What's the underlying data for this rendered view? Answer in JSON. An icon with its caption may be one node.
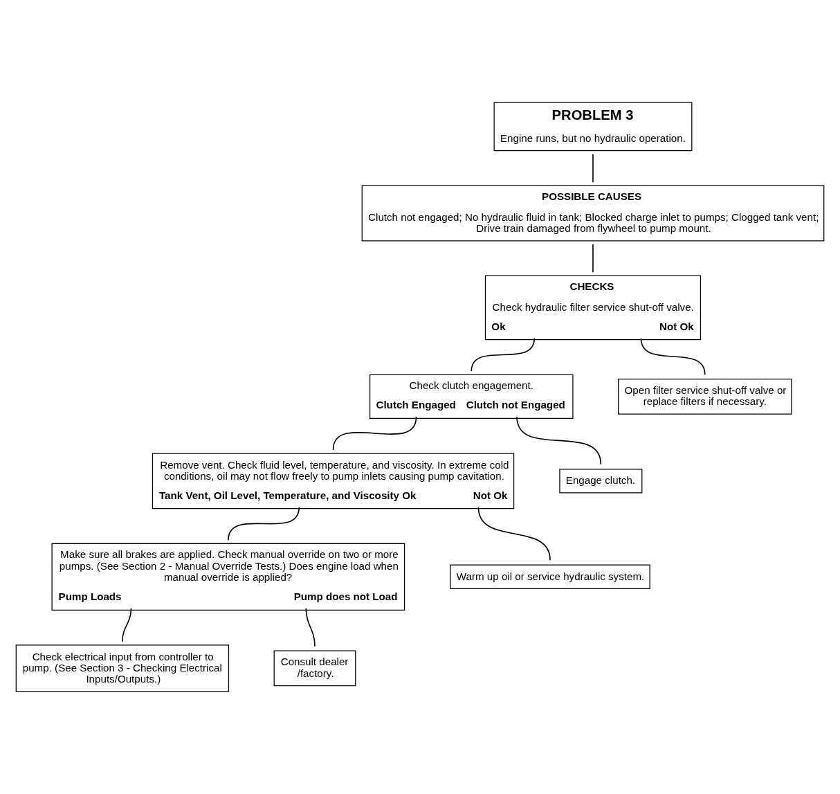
{
  "diagram": {
    "nodes": [
      {
        "text": [
          "PROBLEM 3",
          "Engine runs, but no hydraulic operation."
        ]
      },
      {
        "text": [
          "POSSIBLE CAUSES",
          "Clutch not engaged; No hydraulic fluid in tank; Blocked charge inlet to pumps; Clogged tank vent; Drive train damaged from flywheel to pump mount."
        ]
      },
      {
        "text": [
          "CHECKS",
          "Check hydraulic filter service shut-off valve.",
          "Ok",
          "Not Ok"
        ]
      },
      {
        "text": [
          "Check clutch engagement.",
          "Clutch Engaged",
          "Clutch not Engaged"
        ]
      },
      {
        "text": [
          "Open filter service shut-off valve or replace filters if necessary."
        ]
      },
      {
        "text": [
          "Engage clutch."
        ]
      },
      {
        "text": [
          "Remove vent. Check fluid level, temperature, and viscosity. In extreme cold conditions, oil may not flow freely to pump inlets causing pump cavitation.",
          "Tank Vent, Oil Level, Temperature, and Viscosity Ok",
          "Not Ok"
        ]
      },
      {
        "text": [
          "Warm up oil or service hydraulic system."
        ]
      },
      {
        "text": [
          "Make sure all brakes are applied. Check manual override on two or more pumps. (See Section 2 - Manual Override Tests.) Does engine load when manual override is applied?",
          "Pump Loads",
          "Pump does not Load"
        ]
      },
      {
        "text": [
          "Check electrical input from controller to pump. (See Section 3 - Checking Electrical Inputs/Outputs.)"
        ]
      },
      {
        "text": [
          "Consult dealer/factory."
        ]
      }
    ],
    "edges": [
      {
        "from": 0,
        "to": 1,
        "arrow": "none"
      },
      {
        "from": 1,
        "to": 2,
        "arrow": "none"
      },
      {
        "from": 2,
        "to": 3,
        "arrow": "none"
      },
      {
        "from": 2,
        "to": 4,
        "arrow": "none"
      },
      {
        "from": 3,
        "to": 6,
        "arrow": "none"
      },
      {
        "from": 3,
        "to": 5,
        "arrow": "none"
      },
      {
        "from": 6,
        "to": 8,
        "arrow": "none"
      },
      {
        "from": 6,
        "to": 7,
        "arrow": "none"
      },
      {
        "from": 8,
        "to": 9,
        "arrow": "none"
      },
      {
        "from": 8,
        "to": 10,
        "arrow": "none"
      }
    ]
  }
}
